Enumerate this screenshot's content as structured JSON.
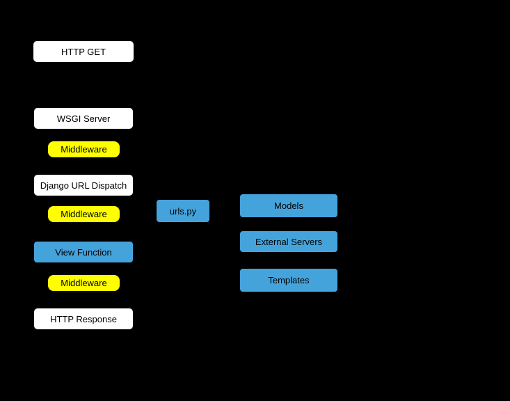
{
  "colors": {
    "background": "#000000",
    "white_node": "#ffffff",
    "yellow_node": "#ffff00",
    "blue_node": "#45a3dc",
    "node_text": "#000000"
  },
  "nodes": {
    "http_get": "HTTP GET",
    "wsgi_server": "WSGI Server",
    "middleware_top": "Middleware",
    "django_url_dispatch": "Django URL Dispatch",
    "middleware_mid": "Middleware",
    "view_function": "View Function",
    "middleware_bottom": "Middleware",
    "http_response": "HTTP Response",
    "urls_py": "urls.py",
    "models": "Models",
    "external_servers": "External Servers",
    "templates": "Templates"
  }
}
